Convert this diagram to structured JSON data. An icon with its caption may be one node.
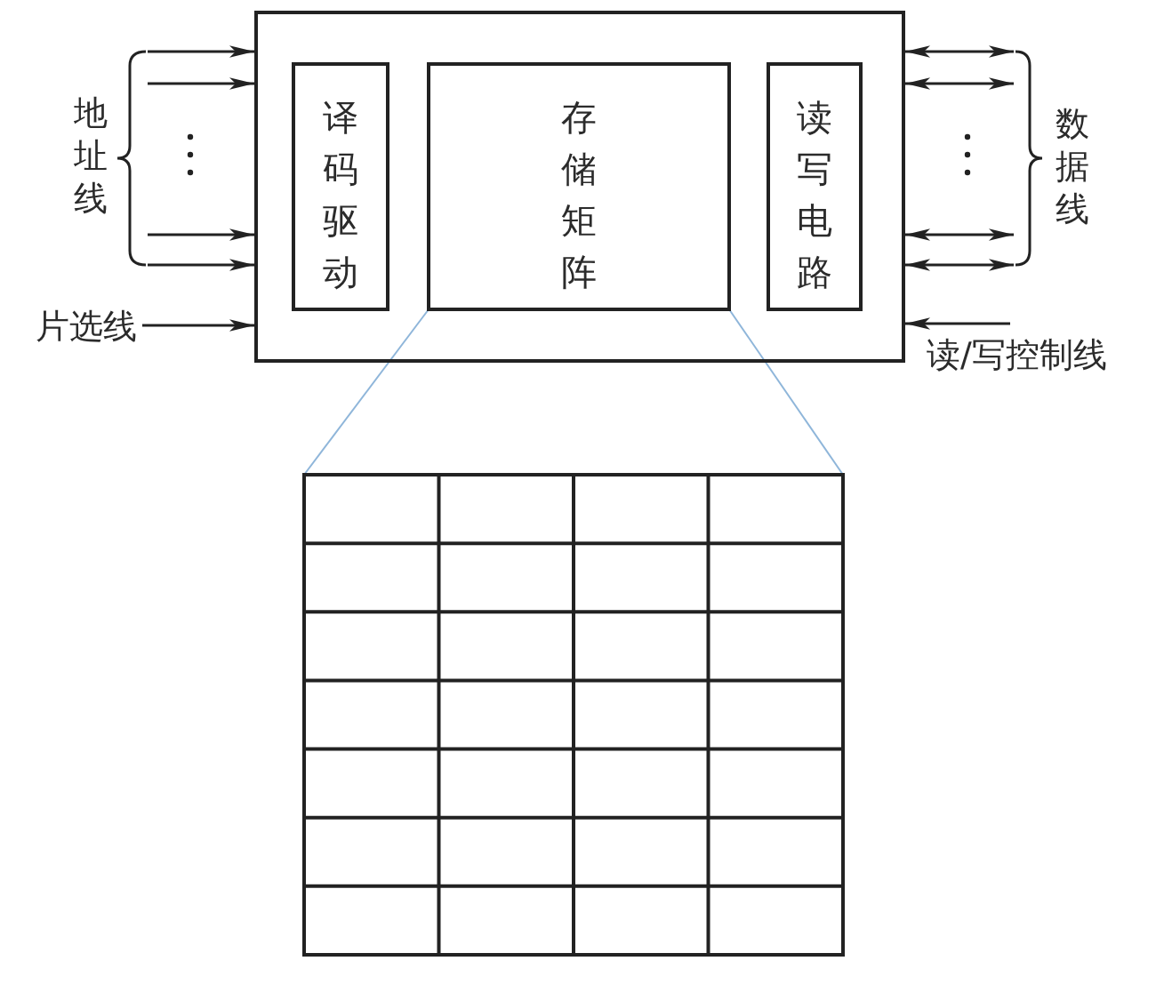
{
  "diagram": {
    "nodes": [
      {
        "text": [
          "地址线"
        ]
      },
      {
        "text": [],
        "shape": "box"
      },
      {
        "text": [
          "译码驱动"
        ],
        "in": 1
      },
      {
        "text": [
          "存储矩阵"
        ],
        "in": 1
      },
      {
        "text": [
          "读写电路"
        ],
        "in": 1
      },
      {
        "text": [
          "数据线"
        ]
      },
      {
        "text": [
          "片选线"
        ]
      },
      {
        "text": [
          "读/写控制线"
        ]
      },
      {
        "text": [],
        "shape": "grid"
      }
    ],
    "edges": [
      {
        "from": 0,
        "to": 1,
        "arrow": "to"
      },
      {
        "from": 0,
        "to": 1,
        "arrow": "to"
      },
      {
        "from": 0,
        "to": 1,
        "arrow": "to"
      },
      {
        "from": 0,
        "to": 1,
        "arrow": "to"
      },
      {
        "from": 6,
        "to": 1,
        "arrow": "to"
      },
      {
        "from": 1,
        "to": 5,
        "arrow": "both"
      },
      {
        "from": 1,
        "to": 5,
        "arrow": "both"
      },
      {
        "from": 1,
        "to": 5,
        "arrow": "both"
      },
      {
        "from": 1,
        "to": 5,
        "arrow": "both"
      },
      {
        "from": 7,
        "to": 1,
        "arrow": "to"
      },
      {
        "from": 3,
        "to": 8,
        "arrow": "none",
        "color": "#8fb6da"
      },
      {
        "from": 3,
        "to": 8,
        "arrow": "none",
        "color": "#8fb6da"
      }
    ]
  }
}
